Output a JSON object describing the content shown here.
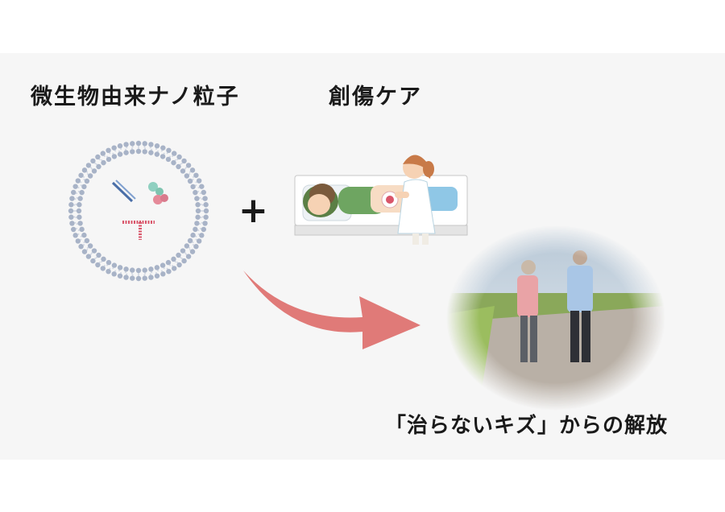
{
  "headings": {
    "left": "微生物由来ナノ粒子",
    "right": "創傷ケア"
  },
  "operator": "+",
  "caption": "「治らないキズ」からの解放",
  "icons": {
    "nanoparticle": "nanoparticle-vesicle-illustration",
    "wound_care": "nurse-treating-patient-illustration",
    "arrow": "curved-arrow-icon",
    "outcome": "elderly-couple-walking-photo"
  },
  "colors": {
    "background": "#f6f6f6",
    "arrow": "#e07a78",
    "membrane": "#a8b3c7"
  }
}
